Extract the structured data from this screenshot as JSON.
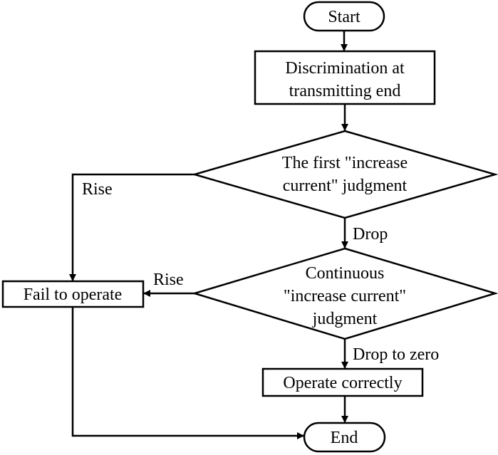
{
  "flowchart": {
    "start": "Start",
    "discrimination": [
      "Discrimination at",
      "transmitting end"
    ],
    "first_judgment": [
      "The first \"increase",
      "current\" judgment"
    ],
    "continuous_judgment": [
      "Continuous",
      "\"increase current\"",
      "judgment"
    ],
    "fail": "Fail to operate",
    "operate": "Operate correctly",
    "end": "End",
    "edge_labels": {
      "first_rise": "Rise",
      "first_drop": "Drop",
      "cont_rise": "Rise",
      "cont_drop": "Drop to zero"
    }
  }
}
